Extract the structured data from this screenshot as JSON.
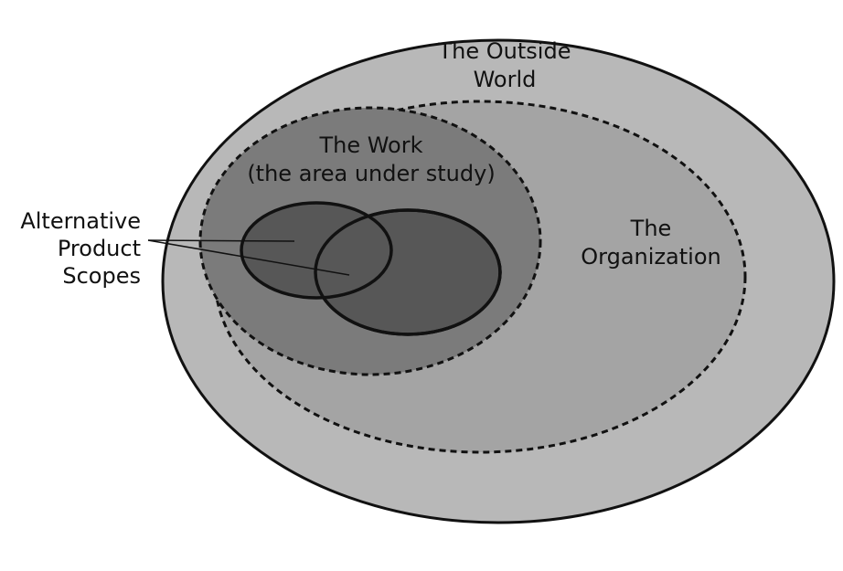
{
  "diagram": {
    "outer_label_line1": "The Outside",
    "outer_label_line2": "World",
    "work_label_line1": "The Work",
    "work_label_line2": "(the area under study)",
    "org_label_line1": "The",
    "org_label_line2": "Organization",
    "scopes_label_line1": "Alternative",
    "scopes_label_line2": "Product",
    "scopes_label_line3": "Scopes"
  },
  "colors": {
    "outside_world_fill": "#b8b8b8",
    "organization_fill": "#a4a4a4",
    "work_fill": "#7b7b7b",
    "scope_fill": "#575757",
    "outline": "#111111"
  }
}
